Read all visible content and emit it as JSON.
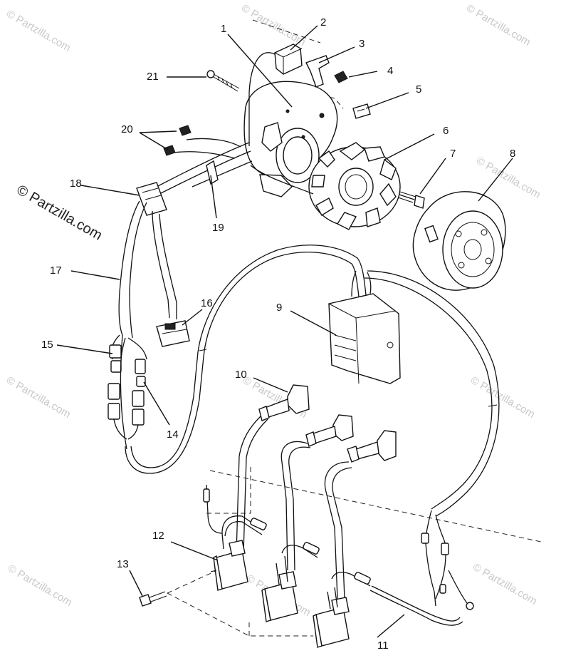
{
  "watermark": {
    "text": "© Partzilla.com",
    "color": "#c9c9c9"
  },
  "callouts": [
    "1",
    "2",
    "3",
    "4",
    "5",
    "6",
    "7",
    "8",
    "9",
    "10",
    "11",
    "12",
    "13",
    "14",
    "15",
    "16",
    "17",
    "18",
    "19",
    "20",
    "21"
  ]
}
